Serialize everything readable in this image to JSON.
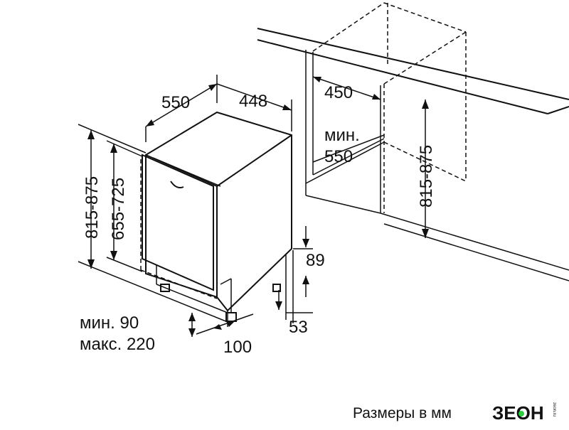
{
  "labels": {
    "width_depth": "550",
    "width": "448",
    "niche_width": "450",
    "niche_min_label": "мин.",
    "niche_min_depth": "550",
    "niche_height": "815-875",
    "total_height": "815-875",
    "door_height": "655-725",
    "plinth_height": "89",
    "foot_height": "53",
    "plinth_min": "мин. 90",
    "plinth_max": "макс. 220",
    "plinth_depth": "100"
  },
  "caption": "Размеры в мм",
  "logo": {
    "text": "ЗЕОН",
    "subtext": "zeon.ru"
  }
}
